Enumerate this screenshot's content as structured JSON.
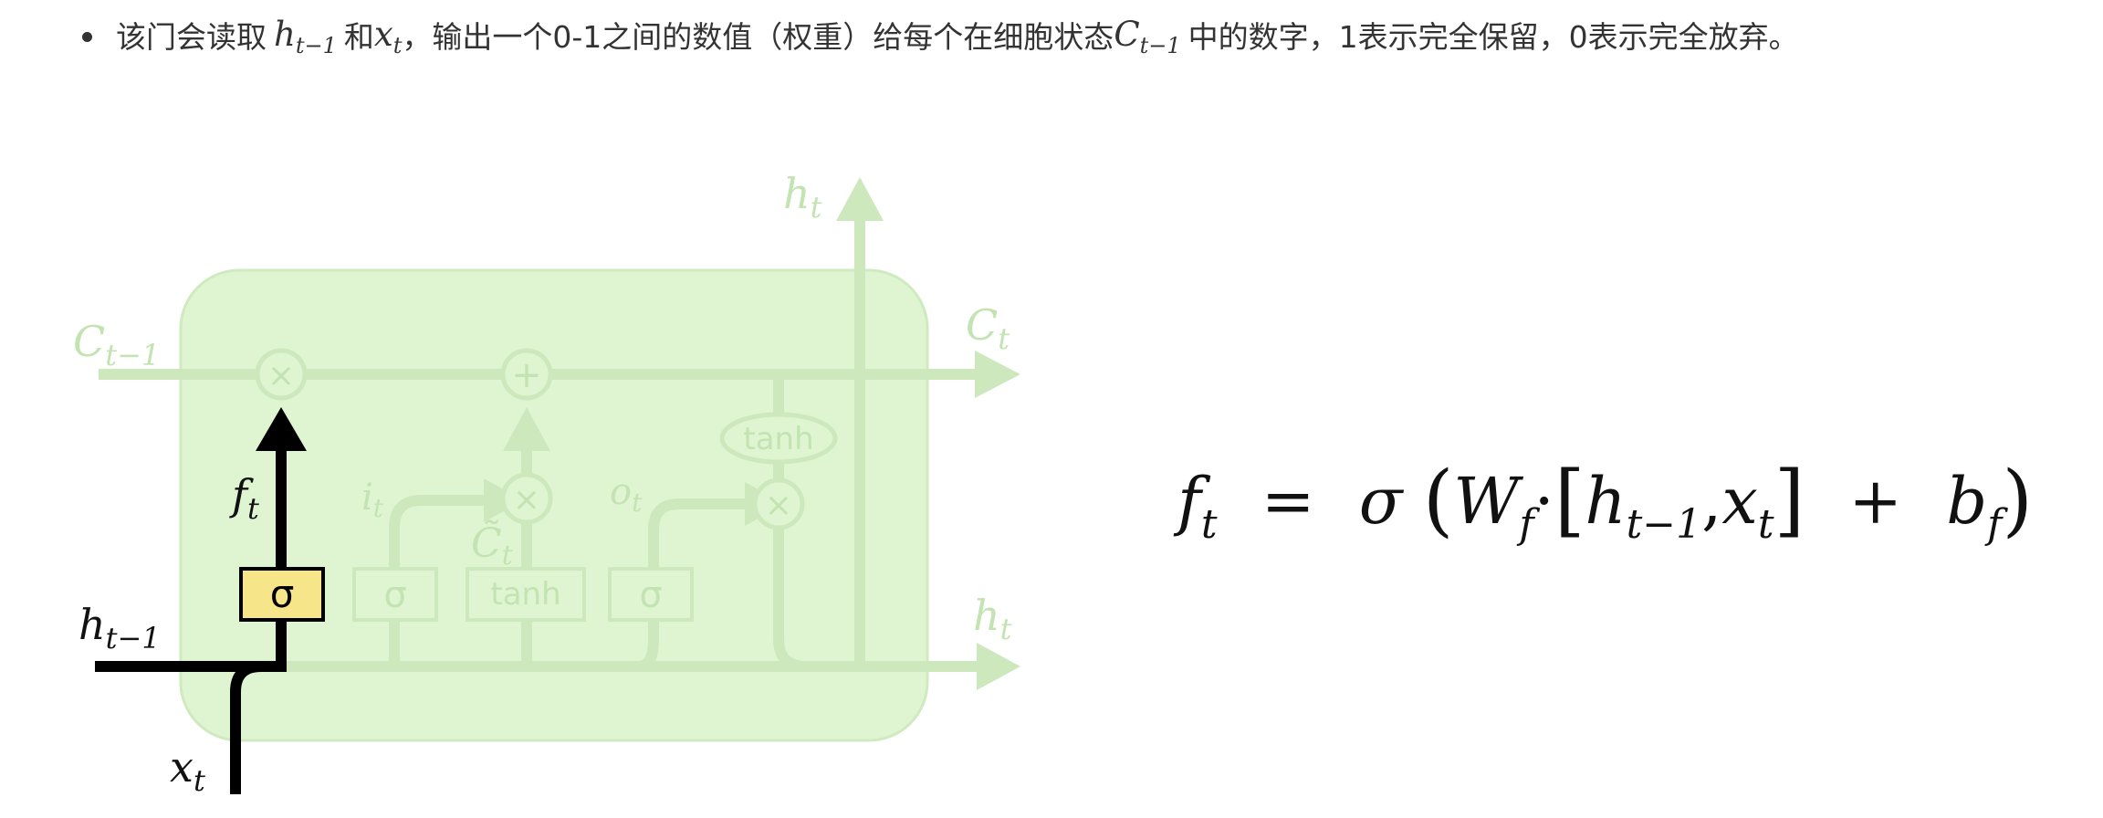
{
  "bullet": {
    "seg1": "该门会读取",
    "h_prev": "h",
    "h_prev_sub": "t−1",
    "seg2": "和",
    "x_t": "x",
    "x_t_sub": "t",
    "seg3": "，输出一个0-1之间的数值（权重）给每个在细胞状态",
    "c_prev": "C",
    "c_prev_sub": "t−1",
    "seg4": "中的数字，1表示完全保留，0表示完全放弃。"
  },
  "diagram": {
    "labels": {
      "c_in": "C",
      "c_in_sub": "t−1",
      "c_out": "C",
      "c_out_sub": "t",
      "h_top": "h",
      "h_top_sub": "t",
      "h_out": "h",
      "h_out_sub": "t",
      "h_in": "h",
      "h_in_sub": "t−1",
      "x_in": "x",
      "x_in_sub": "t",
      "f_t": "f",
      "f_t_sub": "t",
      "i_t": "i",
      "i_t_sub": "t",
      "o_t": "o",
      "o_t_sub": "t",
      "c_tilde": "C̃",
      "c_tilde_sub": "t"
    },
    "ops": {
      "times": "×",
      "plus": "+",
      "tanh": "tanh"
    },
    "layers": {
      "sigma_forget": "σ",
      "sigma_input": "σ",
      "tanh_layer": "tanh",
      "sigma_output": "σ"
    },
    "colors": {
      "cell_fill": "#dff5d1",
      "cell_stroke": "#cfeabf",
      "faded_line": "#cce8bc",
      "faded_text": "#c4e3b2",
      "gate_fill": "#f7e58a",
      "active": "#000000"
    }
  },
  "formula": {
    "lhs": "f",
    "lhs_sub": "t",
    "eq": "=",
    "sigma": "σ",
    "open": "(",
    "w": "W",
    "w_sub": "f",
    "dot": "·",
    "bracket_open": "[",
    "h": "h",
    "h_sub": "t−1",
    "comma": ",",
    "x": "x",
    "x_sub": "t",
    "bracket_close": "]",
    "plus": "+",
    "b": "b",
    "b_sub": "f",
    "close": ")"
  }
}
